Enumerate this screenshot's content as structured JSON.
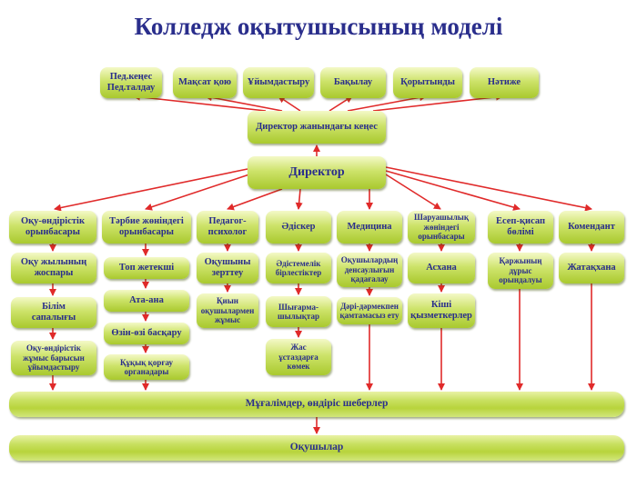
{
  "title": "Колледж оқытушысының моделі",
  "top_row": [
    "Пед.кеңес\nПед.талдау",
    "Мақсат қою",
    "Ұйымдастыру",
    "Бақылау",
    "Қорытынды",
    "Нәтиже"
  ],
  "council": "Директор жанындағы кеңес",
  "director": "Директор",
  "departments": [
    {
      "head": "Оқу-өндірістік\nорынбасары",
      "items": [
        "Оқу жылының\nжоспары",
        "Білім\nсапалығы",
        "Оқу-өндірістік\nжұмыс барысын\nұйымдастыру"
      ]
    },
    {
      "head": "Тәрбие жөніндегі\nорынбасары",
      "items": [
        "Топ жетекші",
        "Ата-ана",
        "Өзін-өзі басқару",
        "Құқық қорғау\nорганадары"
      ]
    },
    {
      "head": "Педагог-\nпсихолог",
      "items": [
        "Оқушыны\nзерттеу",
        "Қиын\nоқушылармен\nжұмыс"
      ]
    },
    {
      "head": "Әдіскер",
      "items": [
        "Әдістемелік\nбірлестіктер",
        "Шығарма-\nшылықтар",
        "Жас\nұстаздарға\nкөмек"
      ]
    },
    {
      "head": "Медицина",
      "items": [
        "Оқушылардың\nденсаулығын\nқадағалау",
        "Дәрі-дәрмекпен\nқамтамасыз ету"
      ]
    },
    {
      "head": "Шаруашылық\nжөніндегі\nорынбасары",
      "items": [
        "Асхана",
        "Кіші\nқызметкерлер"
      ]
    },
    {
      "head": "Есеп-қисап\nбөлімі",
      "items": [
        "Қаржының\nдұрыс\nорындалуы"
      ]
    },
    {
      "head": "Комендант",
      "items": [
        "Жатақхана"
      ]
    }
  ],
  "teachers": "Мұғалімдер, өндіріс шеберлер",
  "students": "Оқушылар",
  "colors": {
    "text": "#2a2e8c",
    "arrow": "#e02a2a",
    "box_light": "#f4f9c8",
    "box_dark": "#a9c92e"
  }
}
